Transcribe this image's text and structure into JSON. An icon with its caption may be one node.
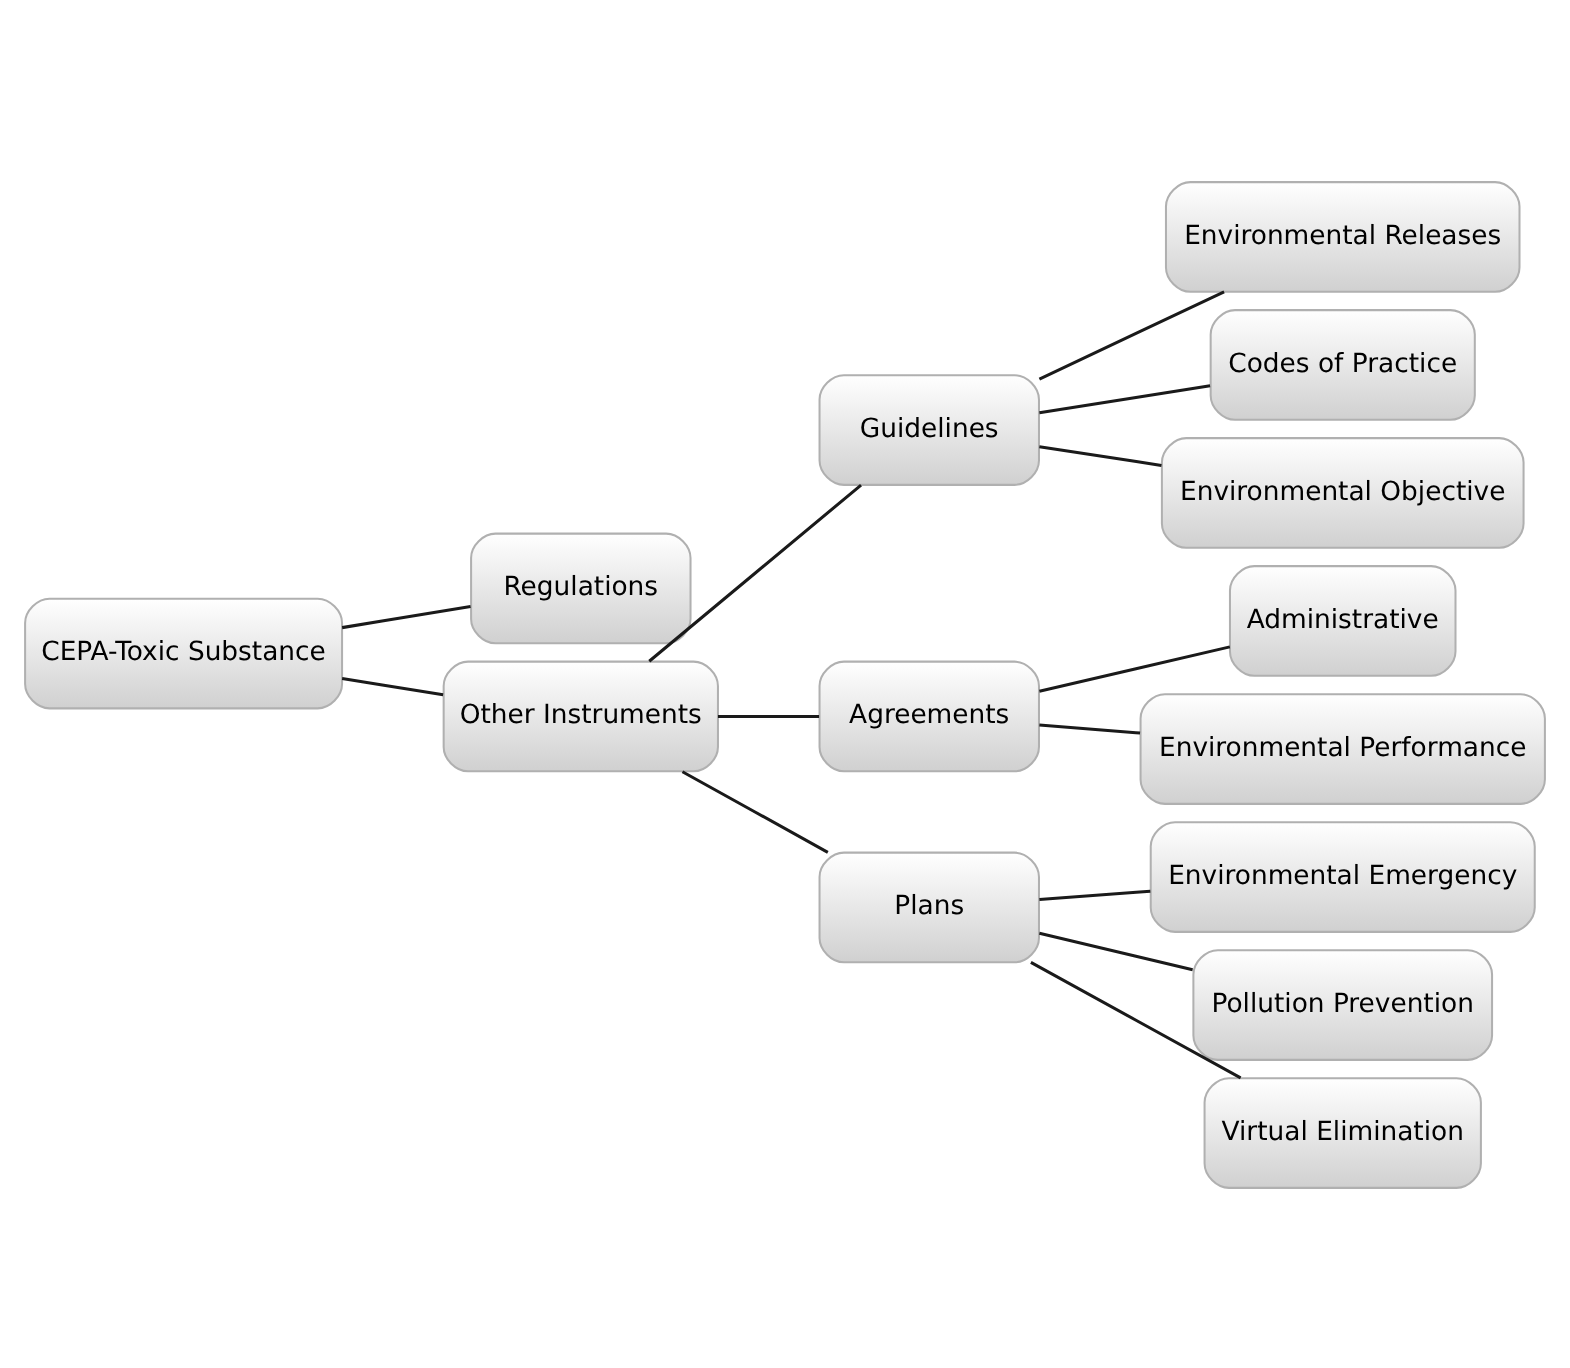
{
  "diagram": {
    "nodes": [
      {
        "text": [
          "CEPA-Toxic Substance"
        ]
      },
      {
        "text": [
          "Regulations"
        ]
      },
      {
        "text": [
          "Other Instruments"
        ]
      },
      {
        "text": [
          "Guidelines"
        ]
      },
      {
        "text": [
          "Environmental Releases"
        ]
      },
      {
        "text": [
          "Codes of Practice"
        ]
      },
      {
        "text": [
          "Environmental Objective"
        ]
      },
      {
        "text": [
          "Agreements"
        ]
      },
      {
        "text": [
          "Administrative"
        ]
      },
      {
        "text": [
          "Environmental Performance"
        ]
      },
      {
        "text": [
          "Plans"
        ]
      },
      {
        "text": [
          "Environmental Emergency"
        ]
      },
      {
        "text": [
          "Pollution Prevention"
        ]
      },
      {
        "text": [
          "Virtual Elimination"
        ]
      }
    ],
    "edges": [
      {
        "from": 0,
        "to": 1,
        "arrow": "none"
      },
      {
        "from": 0,
        "to": 2,
        "arrow": "none"
      },
      {
        "from": 2,
        "to": 3,
        "arrow": "none"
      },
      {
        "from": 2,
        "to": 7,
        "arrow": "none"
      },
      {
        "from": 2,
        "to": 10,
        "arrow": "none"
      },
      {
        "from": 3,
        "to": 4,
        "arrow": "none"
      },
      {
        "from": 3,
        "to": 5,
        "arrow": "none"
      },
      {
        "from": 3,
        "to": 6,
        "arrow": "none"
      },
      {
        "from": 7,
        "to": 8,
        "arrow": "none"
      },
      {
        "from": 7,
        "to": 9,
        "arrow": "none"
      },
      {
        "from": 10,
        "to": 11,
        "arrow": "none"
      },
      {
        "from": 10,
        "to": 12,
        "arrow": "none"
      },
      {
        "from": 10,
        "to": 13,
        "arrow": "none"
      }
    ]
  }
}
